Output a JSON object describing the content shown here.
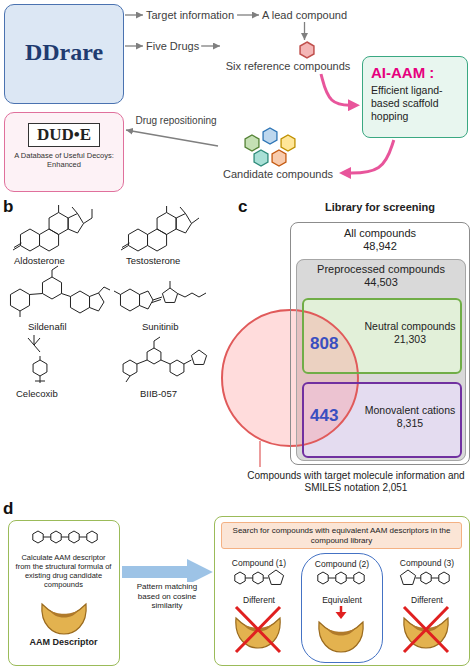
{
  "diagram": {
    "nodes": [
      {
        "text": [
          "DDrare"
        ]
      },
      {
        "text": [
          "DUD•E",
          "A Database of Useful Decoys: Enhanced"
        ]
      },
      {
        "text": [
          "Target information"
        ]
      },
      {
        "text": [
          "A lead compound"
        ]
      },
      {
        "text": [
          "Five Drugs"
        ]
      },
      {
        "text": [
          "Six reference compounds"
        ]
      },
      {
        "text": [
          "AI-AAM :",
          "Efficient ligand-based scaffold hopping"
        ]
      },
      {
        "text": [
          "Candidate compounds"
        ]
      },
      {
        "text": [
          "Library for screening",
          "All compounds 48,942"
        ]
      },
      {
        "text": [
          "Preprocessed compounds 44,503"
        ],
        "in": 8
      },
      {
        "text": [
          "Neutral compounds 21,303",
          "808"
        ],
        "in": 9
      },
      {
        "text": [
          "Monovalent cations 8,315",
          "443"
        ],
        "in": 9
      },
      {
        "text": [
          "Calculate AAM descriptor from the structural formula of existing drug candidate compounds",
          "AAM Descriptor"
        ]
      },
      {
        "text": [
          "Search for compounds with equivalent AAM descriptors in the compound library"
        ]
      },
      {
        "text": [
          "Compound (1)",
          "Different"
        ],
        "in": 13
      },
      {
        "text": [
          "Compound (2)",
          "Equivalent"
        ],
        "in": 13
      },
      {
        "text": [
          "Compound (3)",
          "Different"
        ],
        "in": 13
      }
    ],
    "edges": [
      {
        "from": 0,
        "to": 2,
        "arrow": "to"
      },
      {
        "from": 2,
        "to": 3,
        "arrow": "to"
      },
      {
        "from": 3,
        "to": 5,
        "arrow": "to"
      },
      {
        "from": 0,
        "to": 4,
        "arrow": "to"
      },
      {
        "from": 4,
        "to": 5,
        "arrow": "to"
      },
      {
        "from": 5,
        "to": 6,
        "arrow": "to"
      },
      {
        "from": 6,
        "to": 7,
        "arrow": "to"
      },
      {
        "from": 7,
        "to": 1,
        "label": "Drug repositioning",
        "arrow": "to"
      },
      {
        "from": 12,
        "to": 13,
        "label": "Pattern matching based on cosine similarity",
        "arrow": "to"
      }
    ],
    "labels": [
      "b",
      "c",
      "d",
      "Aldosterone",
      "Testosterone",
      "Sildenafil",
      "Sunitinib",
      "Celecoxib",
      "BIIB-057",
      "Compounds with target molecule information and SMILES notation 2,051"
    ]
  }
}
